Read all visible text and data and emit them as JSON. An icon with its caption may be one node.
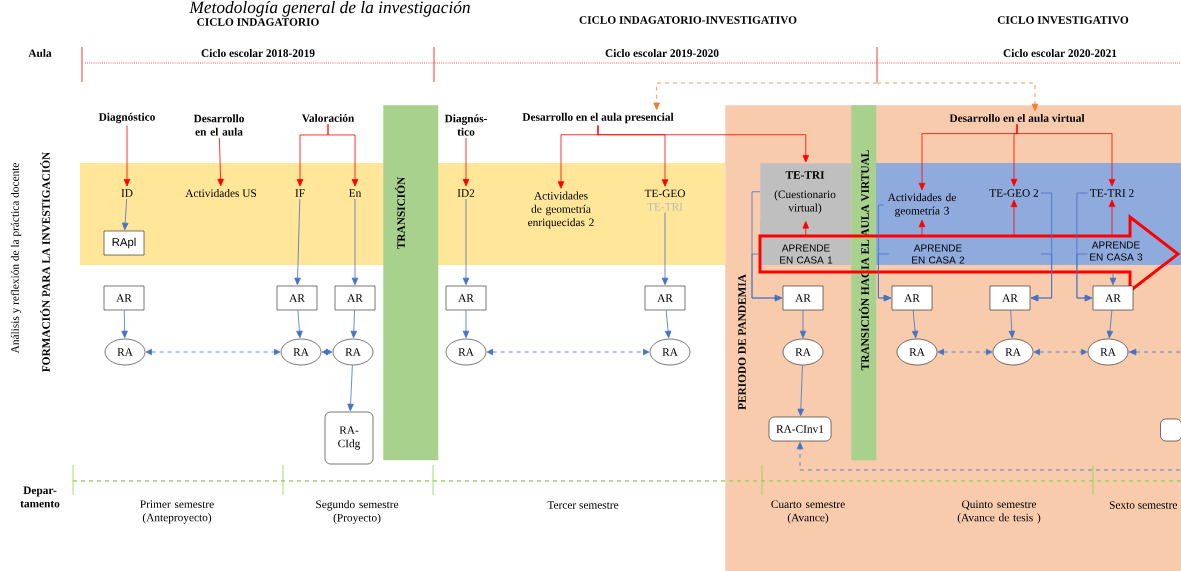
{
  "diagram": {
    "title": "Metodología general de la investigación",
    "nodes": [
      {
        "text": [
          "Diagnóstico"
        ]
      },
      {
        "text": [
          "Desarrollo en el aula"
        ]
      },
      {
        "text": [
          "Valoración"
        ]
      },
      {
        "text": [
          "TRANSICIÓN"
        ]
      },
      {
        "text": [
          "Diagnós-tico"
        ]
      },
      {
        "text": [
          "Desarrollo en el aula presencial"
        ]
      },
      {
        "text": [
          "PERIODO DE PANDEMIA"
        ]
      },
      {
        "text": [
          "TRANSICIÓN HACIA EL AULA VIRTUAL"
        ],
        "in": 6
      },
      {
        "text": [
          "Desarrollo en el aula virtual"
        ],
        "in": 6
      },
      {
        "text": [
          "ID"
        ]
      },
      {
        "text": [
          "RApl"
        ]
      },
      {
        "text": [
          "Actividades US"
        ]
      },
      {
        "text": [
          "IF"
        ]
      },
      {
        "text": [
          "En"
        ]
      },
      {
        "text": [
          "ID2"
        ]
      },
      {
        "text": [
          "Actividades de geometría enriquecidas 2"
        ]
      },
      {
        "text": [
          "TE-GEO",
          "TE-TRI"
        ]
      },
      {
        "text": [
          "TE-TRI",
          "(Cuestionario virtual)"
        ],
        "in": 6
      },
      {
        "text": [
          "APRENDE EN CASA 1",
          "APRENDE EN CASA 2",
          "APRENDE EN CASA 3"
        ],
        "in": 6
      },
      {
        "text": [
          "Actividades de geometría 3"
        ],
        "in": 6
      },
      {
        "text": [
          "TE-GEO 2"
        ],
        "in": 6
      },
      {
        "text": [
          "TE-TRI 2"
        ],
        "in": 6
      },
      {
        "text": [
          "AR"
        ]
      },
      {
        "text": [
          "AR"
        ]
      },
      {
        "text": [
          "AR"
        ]
      },
      {
        "text": [
          "AR"
        ]
      },
      {
        "text": [
          "AR"
        ]
      },
      {
        "text": [
          "AR"
        ],
        "in": 6
      },
      {
        "text": [
          "AR"
        ],
        "in": 6
      },
      {
        "text": [
          "AR"
        ],
        "in": 6
      },
      {
        "text": [
          "AR"
        ],
        "in": 6
      },
      {
        "text": [
          "RA"
        ]
      },
      {
        "text": [
          "RA"
        ]
      },
      {
        "text": [
          "RA"
        ]
      },
      {
        "text": [
          "RA"
        ]
      },
      {
        "text": [
          "RA"
        ]
      },
      {
        "text": [
          "RA"
        ],
        "in": 6
      },
      {
        "text": [
          "RA"
        ],
        "in": 6
      },
      {
        "text": [
          "RA"
        ],
        "in": 6
      },
      {
        "text": [
          "RA"
        ],
        "in": 6
      },
      {
        "text": [
          "RA-CIdg"
        ]
      },
      {
        "text": [
          "RA-CInv1"
        ],
        "in": 6
      },
      {
        "text": [],
        "shape": "box",
        "in": 6
      }
    ],
    "edges": [
      {
        "from": null,
        "to": 5,
        "arrow": "to",
        "style": "dashed",
        "color": "#ed7d31"
      },
      {
        "from": null,
        "to": 8,
        "arrow": "to",
        "style": "dashed",
        "color": "#ed7d31"
      },
      {
        "from": 0,
        "to": 9,
        "arrow": "to",
        "color": "#ff0000"
      },
      {
        "from": 1,
        "to": 11,
        "arrow": "to",
        "color": "#ff0000"
      },
      {
        "from": 2,
        "to": 12,
        "arrow": "to",
        "color": "#ff0000"
      },
      {
        "from": 2,
        "to": 13,
        "arrow": "to",
        "color": "#ff0000"
      },
      {
        "from": 4,
        "to": 14,
        "arrow": "to",
        "color": "#ff0000"
      },
      {
        "from": 5,
        "to": 15,
        "arrow": "to",
        "color": "#ff0000"
      },
      {
        "from": 5,
        "to": 16,
        "arrow": "to",
        "color": "#ff0000"
      },
      {
        "from": 5,
        "to": 17,
        "arrow": "to",
        "color": "#ff0000"
      },
      {
        "from": 8,
        "to": 19,
        "arrow": "to",
        "color": "#ff0000"
      },
      {
        "from": 8,
        "to": 20,
        "arrow": "to",
        "color": "#ff0000"
      },
      {
        "from": 8,
        "to": 21,
        "arrow": "to",
        "color": "#ff0000"
      },
      {
        "from": 18,
        "to": 17,
        "arrow": "to",
        "color": "#ff0000"
      },
      {
        "from": 18,
        "to": 19,
        "arrow": "to",
        "color": "#ff0000"
      },
      {
        "from": 18,
        "to": 20,
        "arrow": "to",
        "color": "#ff0000"
      },
      {
        "from": 18,
        "to": 21,
        "arrow": "to",
        "color": "#ff0000"
      },
      {
        "from": 9,
        "to": 10,
        "arrow": "to"
      },
      {
        "from": 12,
        "to": 23,
        "arrow": "to"
      },
      {
        "from": 13,
        "to": 24,
        "arrow": "to"
      },
      {
        "from": 14,
        "to": 25,
        "arrow": "to"
      },
      {
        "from": 16,
        "to": 26,
        "arrow": "to"
      },
      {
        "from": 17,
        "to": 27,
        "arrow": "to"
      },
      {
        "from": 19,
        "to": 28,
        "arrow": "to"
      },
      {
        "from": 20,
        "to": 29,
        "arrow": "to"
      },
      {
        "from": 21,
        "to": 30,
        "arrow": "to"
      },
      {
        "from": 18,
        "to": 30,
        "arrow": "to"
      },
      {
        "from": 22,
        "to": 31,
        "arrow": "to"
      },
      {
        "from": 23,
        "to": 32,
        "arrow": "to"
      },
      {
        "from": 24,
        "to": 33,
        "arrow": "to"
      },
      {
        "from": 25,
        "to": 34,
        "arrow": "to"
      },
      {
        "from": 26,
        "to": 35,
        "arrow": "to"
      },
      {
        "from": 27,
        "to": 36,
        "arrow": "to"
      },
      {
        "from": 28,
        "to": 37,
        "arrow": "to"
      },
      {
        "from": 29,
        "to": 38,
        "arrow": "to"
      },
      {
        "from": 30,
        "to": 39,
        "arrow": "to"
      },
      {
        "from": 33,
        "to": 40,
        "arrow": "to"
      },
      {
        "from": 36,
        "to": 41,
        "arrow": "to"
      },
      {
        "from": 31,
        "to": 32,
        "arrow": "both",
        "style": "dashed"
      },
      {
        "from": 32,
        "to": 33,
        "arrow": "both"
      },
      {
        "from": 34,
        "to": 35,
        "arrow": "both",
        "style": "dashed"
      },
      {
        "from": 37,
        "to": 38,
        "arrow": "both",
        "style": "dashed"
      },
      {
        "from": 38,
        "to": 39,
        "arrow": "both",
        "style": "dashed"
      },
      {
        "from": null,
        "to": 39,
        "arrow": "to",
        "style": "dashed"
      },
      {
        "from": null,
        "to": 41,
        "arrow": "to",
        "style": "dashed"
      },
      {
        "from": 18,
        "to": 27,
        "arrow": "to"
      },
      {
        "from": 18,
        "to": 28,
        "arrow": "to"
      },
      {
        "from": 18,
        "to": 29,
        "arrow": "to"
      },
      {
        "from": 18,
        "to": 30,
        "arrow": "to"
      }
    ],
    "labels": [
      "CICLO INDAGATORIO",
      "CICLO INDAGATORIO-INVESTIGATIVO",
      "CICLO INVESTIGATIVO",
      "Aula",
      "Ciclo escolar 2018-2019",
      "Ciclo escolar 2019-2020",
      "Ciclo escolar 2020-2021",
      "Análisis y reflexión de la práctica docente",
      "FORMACIÓN PARA LA INVESTIGACIÓN",
      "Depar-tamento",
      "Primer semestre (Anteproyecto)",
      "Segundo semestre (Proyecto)",
      "Tercer semestre",
      "Cuarto semestre (Avance)",
      "Quinto semestre (Avance de tesis )",
      "Sexto semestre"
    ]
  }
}
